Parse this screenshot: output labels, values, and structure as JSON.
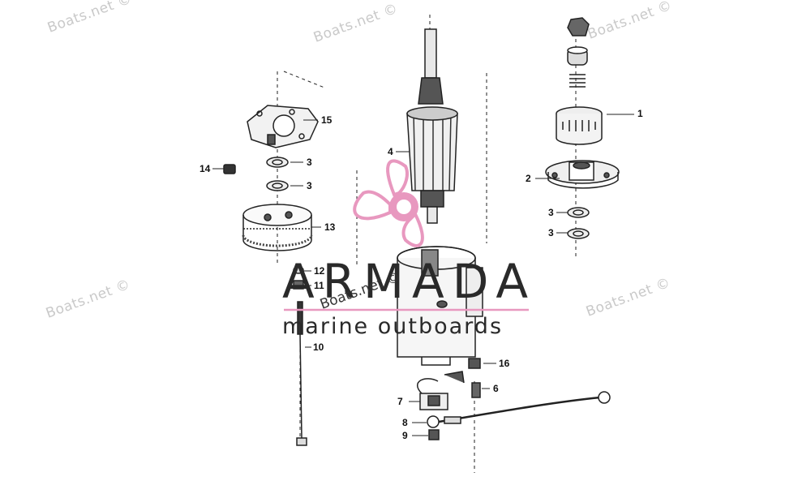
{
  "watermark": "Boats.net ©",
  "brand": {
    "name": "ARMADA",
    "tagline": "marine outboards",
    "accent_color": "#e898bf",
    "text_color": "#2a2a2a"
  },
  "callouts": [
    "1",
    "2",
    "3",
    "3",
    "4",
    "3",
    "3",
    "14",
    "15",
    "13",
    "12",
    "11",
    "10",
    "16",
    "6",
    "7",
    "8",
    "9"
  ]
}
